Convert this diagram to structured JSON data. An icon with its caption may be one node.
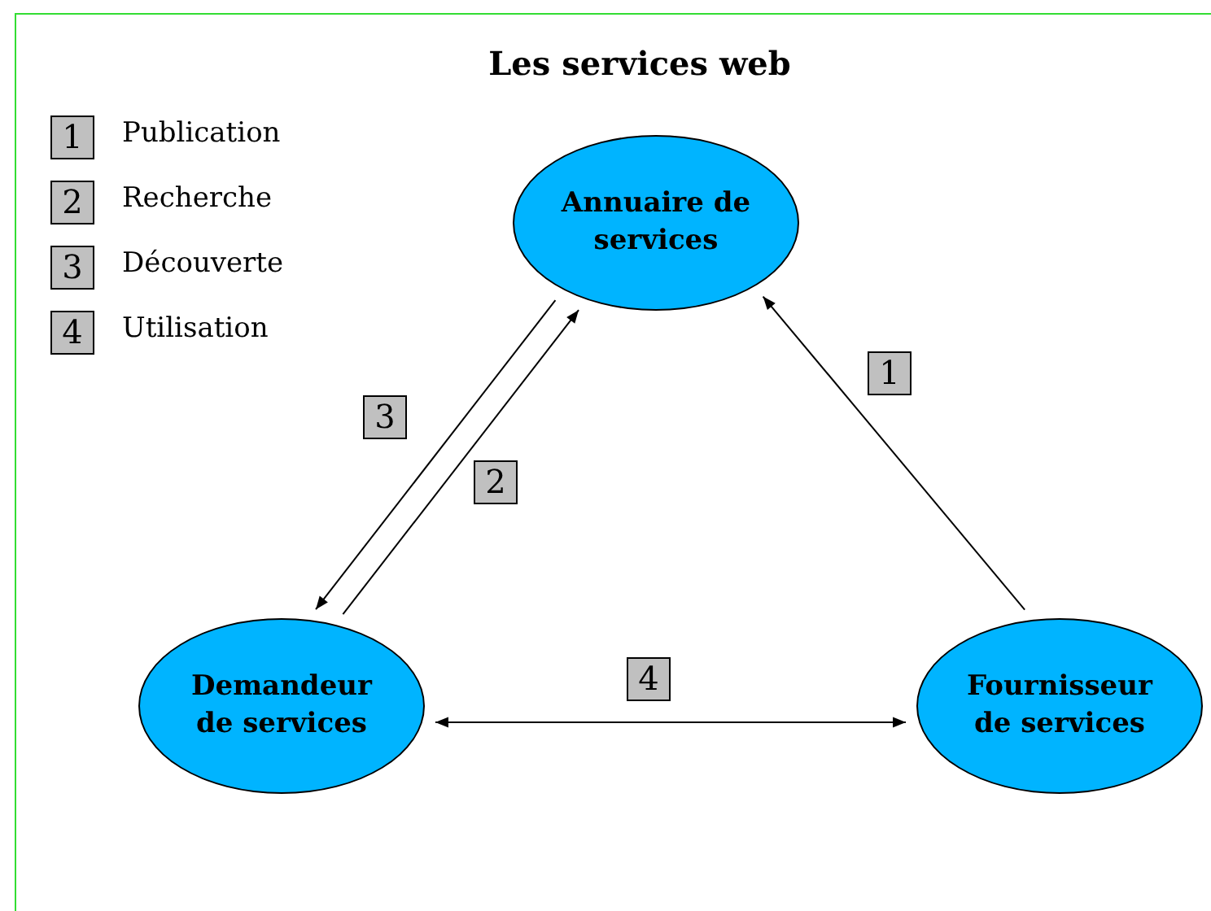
{
  "diagram": {
    "title": "Les services web",
    "nodes": [
      {
        "text": [
          "Annuaire de services"
        ]
      },
      {
        "text": [
          "Demandeur de services"
        ]
      },
      {
        "text": [
          "Fournisseur de services"
        ]
      }
    ],
    "edges": [
      {
        "from": 0,
        "to": 1,
        "arrow": "to",
        "label": "3"
      },
      {
        "from": 1,
        "to": 0,
        "arrow": "to",
        "label": "2"
      },
      {
        "from": 2,
        "to": 0,
        "arrow": "to",
        "label": "1"
      },
      {
        "from": 1,
        "to": 2,
        "arrow": "both",
        "label": "4"
      }
    ],
    "labels": [
      "1",
      "Publication",
      "2",
      "Recherche",
      "3",
      "Découverte",
      "4",
      "Utilisation"
    ]
  }
}
